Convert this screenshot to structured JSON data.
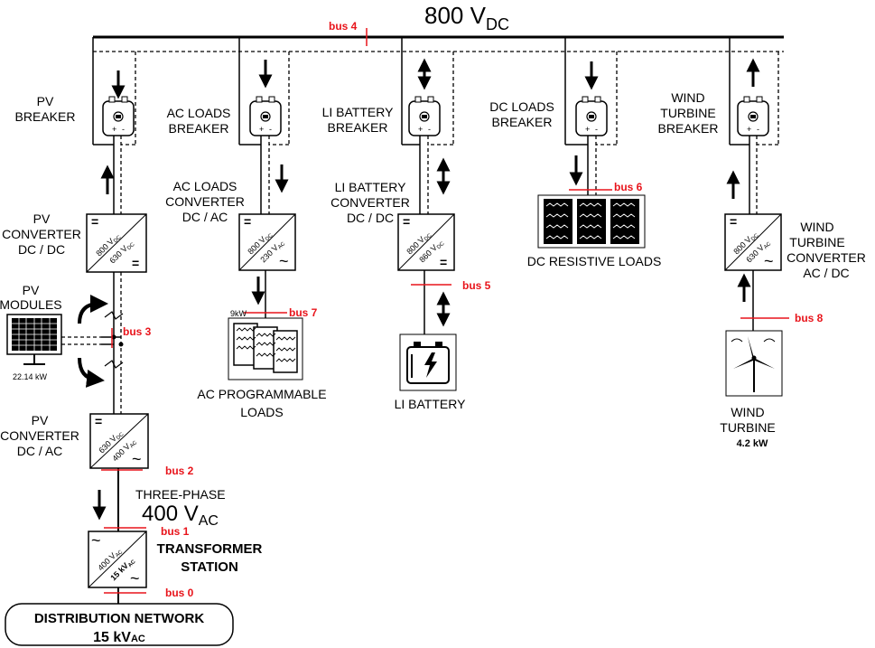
{
  "main_bus": {
    "voltage": "800 V",
    "sub": "DC"
  },
  "buses": {
    "b0": "bus 0",
    "b1": "bus 1",
    "b2": "bus 2",
    "b3": "bus 3",
    "b4": "bus 4",
    "b5": "bus 5",
    "b6": "bus 6",
    "b7": "bus 7",
    "b8": "bus 8"
  },
  "pv": {
    "breaker": [
      "PV",
      "BREAKER"
    ],
    "converter_dcdc": [
      "PV",
      "CONVERTER",
      "DC / DC"
    ],
    "modules": [
      "PV",
      "MODULES"
    ],
    "modules_power": "22.14 kW",
    "converter_dcac": [
      "PV",
      "CONVERTER",
      "DC / AC"
    ],
    "dcdc_v1": "800 V",
    "dcdc_v1_sub": "DC",
    "dcdc_v2": "630 V",
    "dcdc_v2_sub": "DC",
    "dcac_v1": "630 V",
    "dcac_v1_sub": "DC",
    "dcac_v2": "400 V",
    "dcac_v2_sub": "AC"
  },
  "ac_loads": {
    "breaker": [
      "AC LOADS",
      "BREAKER"
    ],
    "converter": [
      "AC LOADS",
      "CONVERTER",
      "DC / AC"
    ],
    "v1": "800 V",
    "v1_sub": "DC",
    "v2": "230 V",
    "v2_sub": "AC",
    "power": "9kW",
    "loads": [
      "AC PROGRAMMABLE",
      "LOADS"
    ]
  },
  "li_battery": {
    "breaker": [
      "LI BATTERY",
      "BREAKER"
    ],
    "converter": [
      "LI BATTERY",
      "CONVERTER",
      "DC / DC"
    ],
    "v1": "800 V",
    "v1_sub": "DC",
    "v2": "860 V",
    "v2_sub": "DC",
    "label": "LI BATTERY"
  },
  "dc_loads": {
    "breaker": [
      "DC LOADS",
      "BREAKER"
    ],
    "loads": "DC RESISTIVE LOADS"
  },
  "wind": {
    "breaker": [
      "WIND",
      "TURBINE",
      "BREAKER"
    ],
    "converter": [
      "WIND",
      "TURBINE",
      "CONVERTER",
      "AC / DC"
    ],
    "v1": "800 V",
    "v1_sub": "DC",
    "v2": "630 V",
    "v2_sub": "AC",
    "turbine": [
      "WIND",
      "TURBINE"
    ],
    "power": "4.2 kW"
  },
  "ac_grid": {
    "phase": "THREE-PHASE",
    "voltage": "400 V",
    "voltage_sub": "AC"
  },
  "transformer": {
    "label": [
      "TRANSFORMER",
      "STATION"
    ],
    "v1": "400 V",
    "v1_sub": "AC",
    "v2": "15 kV",
    "v2_sub": "AC"
  },
  "distribution": {
    "line1": "DISTRIBUTION NETWORK",
    "line2": "15 kV",
    "line2_sub": "AC"
  },
  "colors": {
    "bus_label": "#e8141b",
    "line": "#000000"
  }
}
